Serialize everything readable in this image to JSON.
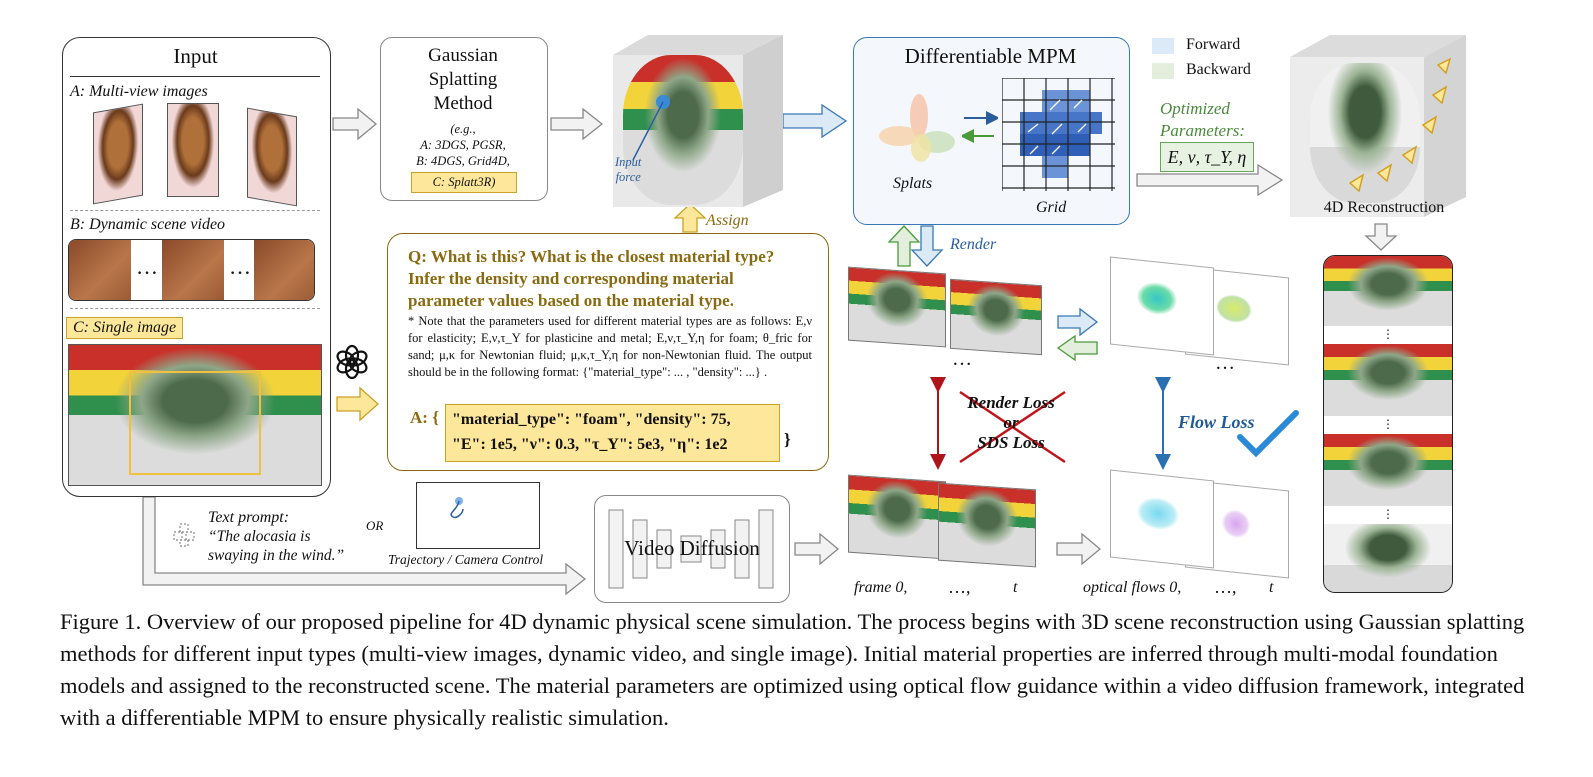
{
  "input": {
    "title": "Input",
    "a_label": "A: Multi-view images",
    "b_label": "B: Dynamic scene video",
    "b_dots1": "…",
    "b_dots2": "…",
    "c_label": "C: Single image"
  },
  "gs": {
    "title_line1": "Gaussian",
    "title_line2": "Splatting",
    "title_line3": "Method",
    "eg": "(e.g.,",
    "line_a": "A: 3DGS, PGSR,",
    "line_b": "B: 4DGS, Grid4D,",
    "line_c": "C: Splatt3R)"
  },
  "scene": {
    "input_force_1": "Input",
    "input_force_2": "force",
    "assign": "Assign"
  },
  "mpm": {
    "title": "Differentiable MPM",
    "splats": "Splats",
    "grid": "Grid",
    "render": "Render"
  },
  "legend": {
    "forward": "Forward",
    "backward": "Backward",
    "forward_color": "#dce9f7",
    "backward_color": "#e3efdc"
  },
  "optimized": {
    "label_1": "Optimized",
    "label_2": "Parameters:",
    "params": "E, ν, τ_Y, η"
  },
  "recon": {
    "label": "4D Reconstruction",
    "dots1": "⋮",
    "dots2": "⋮",
    "dots3": "⋮"
  },
  "qa": {
    "question": "Q: What is this? What is the closest material type? Infer the density and corresponding material parameter values based on the material type.",
    "note": "* Note that the parameters used for different material types are as follows: E,ν for elasticity; E,ν,τ_Y for plasticine and metal; E,ν,τ_Y,η for foam; θ_fric for sand; μ,κ for Newtonian fluid; μ,κ,τ_Y,η for non-Newtonian fluid. The output should be in the following format: {\"material_type\": ... , \"density\": ...} .",
    "answer_prefix": "A: {",
    "answer_line1": "\"material_type\": \"foam\", \"density\": 75,",
    "answer_line2": "\"E\": 1e5, \"ν\": 0.3, \"τ_Y\": 5e3, \"η\": 1e2",
    "answer_suffix": "}"
  },
  "losses": {
    "render_loss": "Render Loss",
    "or": "or",
    "sds_loss": "SDS Loss",
    "flow_loss": "Flow Loss",
    "dots_top1": "…",
    "dots_top2": "…"
  },
  "bottom": {
    "text_prompt_label": "Text prompt:",
    "text_prompt_line1": "“The alocasia is",
    "text_prompt_line2": "swaying in the wind.”",
    "or": "OR",
    "trajectory": "Trajectory / Camera Control",
    "video_diffusion": "Video Diffusion",
    "frame0": "frame 0,",
    "frame_dots": "…,",
    "frame_t": "t",
    "flow0": "optical flows 0,",
    "flow_dots": "…,",
    "flow_t": "t"
  },
  "caption": "Figure 1. Overview of our proposed pipeline for 4D dynamic physical scene simulation. The process begins with 3D scene reconstruction using Gaussian splatting methods for different input types (multi-view images, dynamic video, and single image). Initial material properties are inferred through multi-modal foundation models and assigned to the reconstructed scene. The material parameters are optimized using optical flow guidance within a video diffusion framework, integrated with a differentiable MPM to ensure physically realistic simulation."
}
